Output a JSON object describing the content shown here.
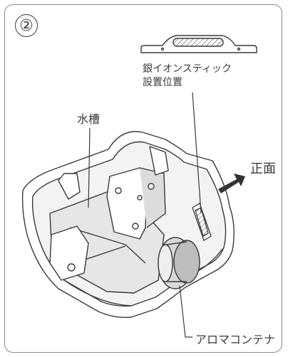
{
  "step_number": "②",
  "callouts": {
    "silver_ion_stick_line1": "銀イオンスティック",
    "silver_ion_stick_line2": "設置位置",
    "water_tank": "水槽",
    "front": "正面",
    "aroma_container": "アロマコンテナ"
  },
  "icons": {
    "front_direction": "arrow-up-right-icon",
    "silver_ion_stick": "ion-stick-icon"
  },
  "colors": {
    "line": "#3a3a3a",
    "shade": "#d9d9d9",
    "arrow": "#333333",
    "frame": "#8a8a8a"
  }
}
